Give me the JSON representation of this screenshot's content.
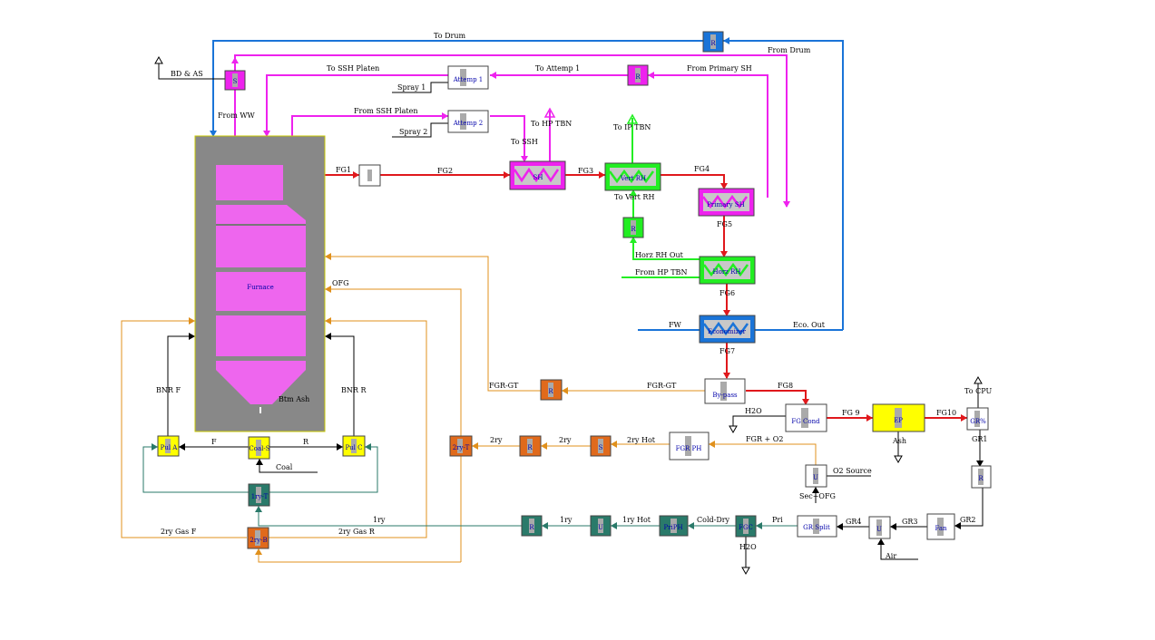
{
  "blocks": {
    "furnace": "Furnace",
    "sh": "SH",
    "vert_rh": "Vert RH",
    "primary_sh": "Primary SH",
    "horz_rh": "Horz RH",
    "economizer": "Economizer",
    "bypass": "By-pass",
    "fg_cond": "FG Cond",
    "ep": "EP",
    "gr_split": "GR%",
    "attemp1": "Attemp 1",
    "attemp2": "Attemp 2",
    "fgr_ph": "FGR PH",
    "pri_ph": "PriPH",
    "fgc": "FGC",
    "gr_split2": "GR Split",
    "fan": "Fan",
    "pul_a": "Pul A",
    "pul_c": "Pul C",
    "coal_s": "Coal-S",
    "one_ry_t": "1ry-T",
    "two_ry_b": "2ry-B",
    "two_ry_t": "2ry-T",
    "small_r": "R",
    "small_s": "S",
    "small_u": "U"
  },
  "labels": {
    "to_drum": "To Drum",
    "from_drum": "From Drum",
    "bd_as": "BD & AS",
    "to_ssh_platen": "To SSH Platen",
    "to_attemp1": "To Attemp 1",
    "from_primary_sh": "From Primary SH",
    "spray1": "Spray 1",
    "spray2": "Spray 2",
    "from_ww": "From WW",
    "from_ssh_platen": "From SSH Platen",
    "to_hp_tbn_1": "To HP TBN",
    "to_ip_tbn": "To IP TBN",
    "to_ssh": "To SSH",
    "fg1": "FG1",
    "fg2": "FG2",
    "fg3": "FG3",
    "fg4": "FG4",
    "fg5": "FG5",
    "fg6": "FG6",
    "fg7": "FG7",
    "fg8": "FG8",
    "fg9": "FG 9",
    "fg10": "FG10",
    "to_vert_rh": "To Vert RH",
    "horz_rh_out": "Horz RH Out",
    "from_hp_tbn": "From HP TBN",
    "ofg": "OFG",
    "fw": "FW",
    "eco_out": "Eco. Out",
    "fgr_gt_1": "FGR-GT",
    "fgr_gt_2": "FGR-GT",
    "bnr_f": "BNR F",
    "bnr_r": "BNR R",
    "btm_ash": "Btm Ash",
    "to_cpu": "To CPU",
    "h2o_1": "H2O",
    "ash": "Ash",
    "gr1": "GR1",
    "two_ry_1": "2ry",
    "two_ry_2": "2ry",
    "two_ry_hot": "2ry Hot",
    "fgr_o2": "FGR + O2",
    "f": "F",
    "r": "R",
    "coal": "Coal",
    "o2_source": "O2 Source",
    "sec_ofg": "Sec+OFG",
    "one_ry_1": "1ry",
    "one_ry_2": "1ry",
    "one_ry_hot": "1ry Hot",
    "cold_dry": "Cold-Dry",
    "pri": "Pri",
    "gr4": "GR4",
    "gr3": "GR3",
    "gr2": "GR2",
    "two_ry_gas_f": "2ry Gas F",
    "two_ry_gas_r": "2ry Gas R",
    "h2o_2": "H2O",
    "air": "Air"
  },
  "colors": {
    "flue_gas": "#e0181c",
    "steam": "#ee22ee",
    "reheat": "#22ee22",
    "water": "#1a74d8",
    "recycle": "#e0901c",
    "primary_air": "#2a7a6a",
    "furnace_body": "#888888",
    "furnace_fill": "#ee66ee",
    "ep_fill": "#ffff00"
  }
}
